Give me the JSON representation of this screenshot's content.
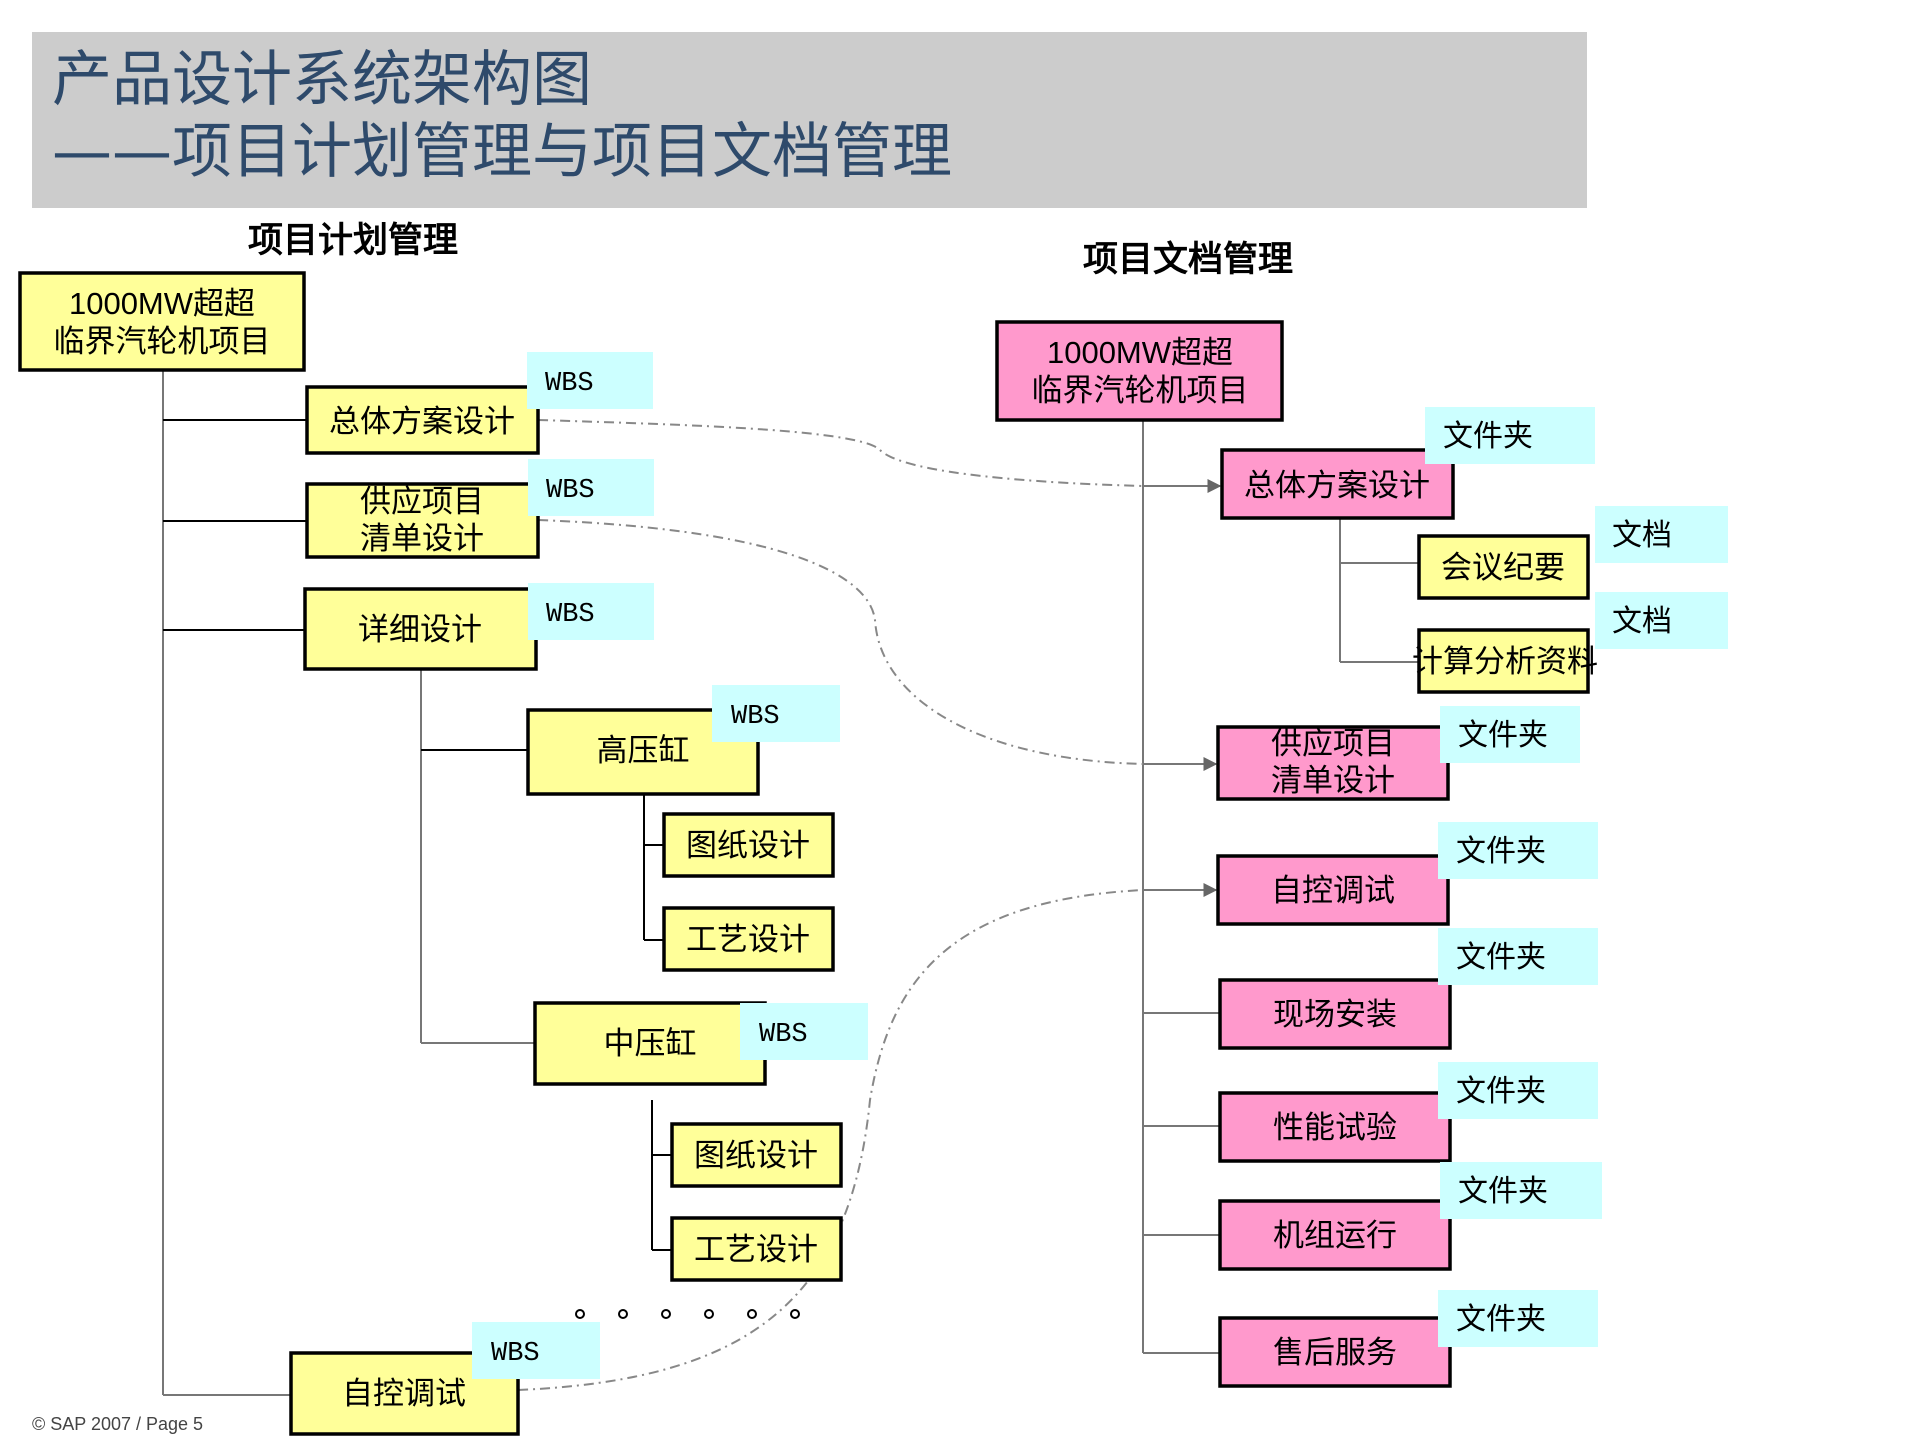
{
  "title": {
    "line1": "产品设计系统架构图",
    "line2": "——项目计划管理与项目文档管理",
    "band_color": "#cccccc",
    "text_color": "#2e4a6b"
  },
  "colors": {
    "plan_box": "#ffff99",
    "doc_box": "#ff99cc",
    "tag": "#ccffff"
  },
  "plan": {
    "heading": "项目计划管理",
    "root": {
      "line1": "1000MW超超",
      "line2": "临界汽轮机项目"
    },
    "items": {
      "overall": "总体方案设计",
      "supply_l1": "供应项目",
      "supply_l2": "清单设计",
      "detail": "详细设计",
      "hp": "高压缸",
      "hp_drawing": "图纸设计",
      "hp_process": "工艺设计",
      "ip": "中压缸",
      "ip_drawing": "图纸设计",
      "ip_process": "工艺设计",
      "autoctrl": "自控调试"
    },
    "tag": "WBS",
    "ellipsis": "。。。。。。"
  },
  "docs": {
    "heading": "项目文档管理",
    "root": {
      "line1": "1000MW超超",
      "line2": "临界汽轮机项目"
    },
    "items": {
      "overall": "总体方案设计",
      "minutes": "会议纪要",
      "calc": "计算分析资料",
      "supply_l1": "供应项目",
      "supply_l2": "清单设计",
      "autoctrl": "自控调试",
      "install": "现场安装",
      "perf": "性能试验",
      "run": "机组运行",
      "service": "售后服务"
    },
    "folder_tag": "文件夹",
    "doc_tag": "文档"
  },
  "footer": "© SAP 2007 / Page 5"
}
